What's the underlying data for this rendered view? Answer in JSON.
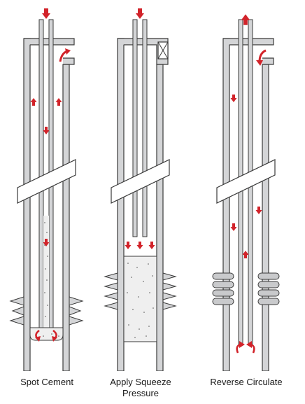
{
  "panels": [
    {
      "id": "spot",
      "caption": "Spot Cement"
    },
    {
      "id": "squeeze",
      "caption_line1": "Apply Squeeze",
      "caption_line2": "Pressure"
    },
    {
      "id": "reverse",
      "caption": "Reverse Circulate"
    }
  ],
  "colors": {
    "steel": "#d4d5d7",
    "outline": "#3a3a3a",
    "arrow": "#d2232a",
    "cement": "#efefef",
    "speckle": "#555555",
    "packer": "#c9cacc"
  },
  "icons": [
    "down-arrow-icon",
    "up-arrow-icon",
    "curved-arrow-icon",
    "swivel-box-icon"
  ]
}
